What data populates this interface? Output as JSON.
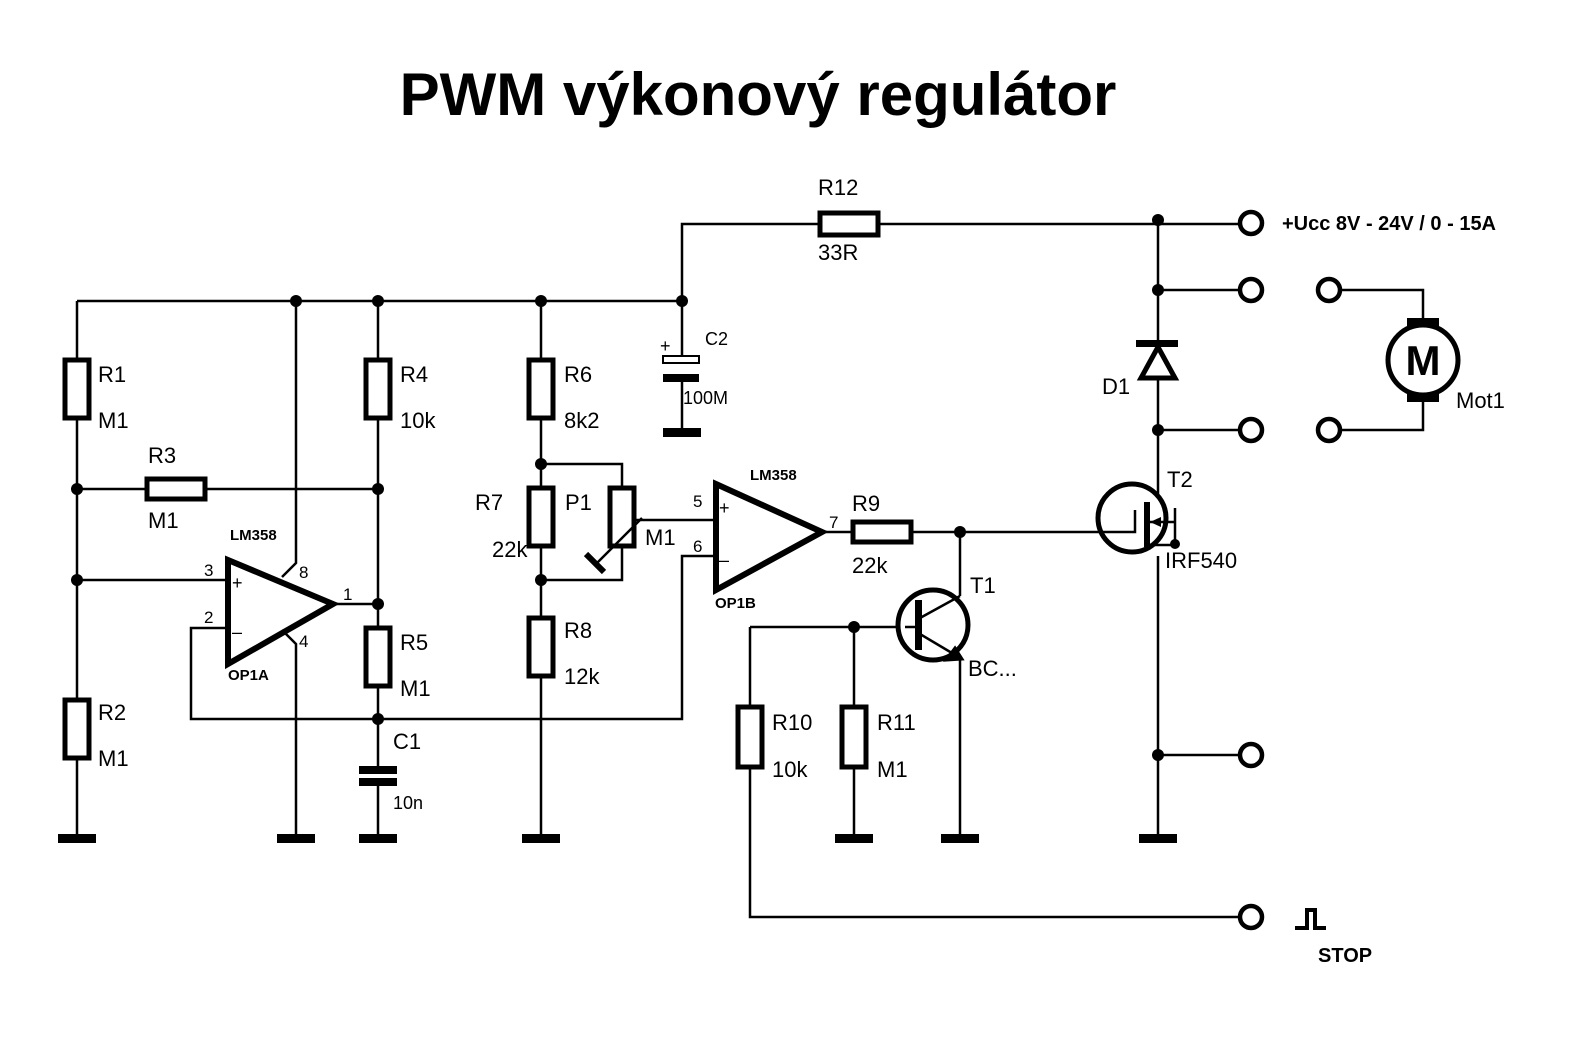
{
  "title": "PWM výkonový regulátor",
  "colors": {
    "ink": "#000000",
    "background": "#ffffff"
  },
  "components": {
    "R1": {
      "ref": "R1",
      "value": "M1"
    },
    "R2": {
      "ref": "R2",
      "value": "M1"
    },
    "R3": {
      "ref": "R3",
      "value": "M1"
    },
    "R4": {
      "ref": "R4",
      "value": "10k"
    },
    "R5": {
      "ref": "R5",
      "value": "M1"
    },
    "R6": {
      "ref": "R6",
      "value": "8k2"
    },
    "R7": {
      "ref": "R7",
      "value": "22k"
    },
    "R8": {
      "ref": "R8",
      "value": "12k"
    },
    "R9": {
      "ref": "R9",
      "value": "22k"
    },
    "R10": {
      "ref": "R10",
      "value": "10k"
    },
    "R11": {
      "ref": "R11",
      "value": "M1"
    },
    "R12": {
      "ref": "R12",
      "value": "33R"
    },
    "P1": {
      "ref": "P1",
      "value": "M1"
    },
    "C1": {
      "ref": "C1",
      "value": "10n"
    },
    "C2": {
      "ref": "C2",
      "value": "100M",
      "polarity": "+"
    },
    "OP1A": {
      "ref": "OP1A",
      "part": "LM358",
      "pins": {
        "plus": "3",
        "minus": "2",
        "out": "1",
        "vcc": "8",
        "gnd": "4"
      },
      "plus_sign": "+",
      "minus_sign": "–"
    },
    "OP1B": {
      "ref": "OP1B",
      "part": "LM358",
      "pins": {
        "plus": "5",
        "minus": "6",
        "out": "7"
      },
      "plus_sign": "+",
      "minus_sign": "–"
    },
    "T1": {
      "ref": "T1",
      "part": "BC..."
    },
    "T2": {
      "ref": "T2",
      "part": "IRF540"
    },
    "D1": {
      "ref": "D1"
    },
    "Mot1": {
      "ref": "Mot1",
      "symbol": "M"
    }
  },
  "terminals": {
    "supply": "+Ucc 8V - 24V / 0 - 15A",
    "stop": "STOP",
    "stop_symbol": "pulse"
  }
}
